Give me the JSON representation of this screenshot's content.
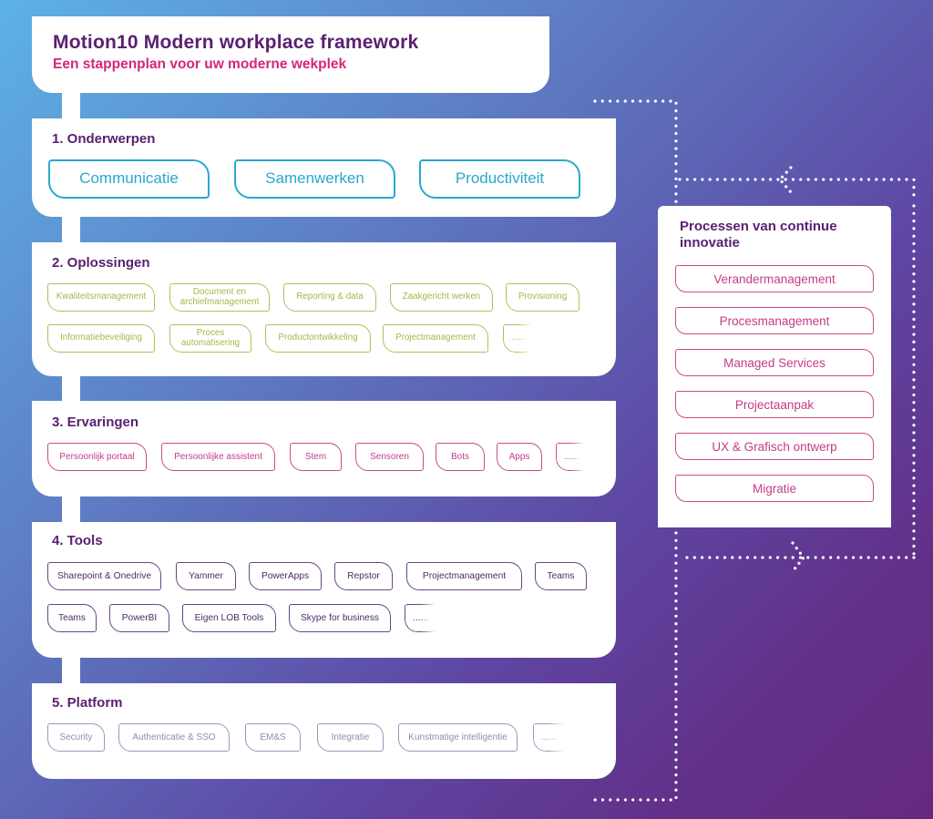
{
  "header": {
    "title": "Motion10 Modern workplace framework",
    "subtitle": "Een stappenplan voor uw moderne wekplek"
  },
  "colors": {
    "title": "#5a2170",
    "subtitle": "#d52678",
    "onderwerpen": "#2aa8d0",
    "oplossingen": "#b2c05a",
    "ervaringen": "#c74a8c",
    "tools": "#6b4583",
    "platform": "#9d97be",
    "bg_start": "#5cb2e4",
    "bg_end": "#652a7e"
  },
  "sections": [
    {
      "title": "1. Onderwerpen",
      "items": [
        "Communicatie",
        "Samenwerken",
        "Productiviteit"
      ]
    },
    {
      "title": "2. Oplossingen",
      "items": [
        "Kwaliteitsmanagement",
        "Document en archiefmanagement",
        "Reporting & data",
        "Zaakgericht werken",
        "Provisioning",
        "Informatiebeveiliging",
        "Proces automatisering",
        "Productontwikkeling",
        "Projectmanagement",
        "......"
      ]
    },
    {
      "title": "3. Ervaringen",
      "items": [
        "Persoonlijk portaal",
        "Persoonlijke assistent",
        "Stem",
        "Sensoren",
        "Bots",
        "Apps",
        "......"
      ]
    },
    {
      "title": "4. Tools",
      "items": [
        "Sharepoint & Onedrive",
        "Yammer",
        "PowerApps",
        "Repstor",
        "Projectmanagement",
        "Teams",
        "Teams",
        "PowerBI",
        "Eigen LOB Tools",
        "Skype for business",
        "......"
      ]
    },
    {
      "title": "5. Platform",
      "items": [
        "Security",
        "Authenticatie & SSO",
        "EM&S",
        "Integratie",
        "Kunstmatige intelligentie",
        "......"
      ]
    }
  ],
  "innovation": {
    "title": "Processen van continue innovatie",
    "items": [
      "Verandermanagement",
      "Procesmanagement",
      "Managed Services",
      "Projectaanpak",
      "UX & Grafisch ontwerp",
      "Migratie"
    ]
  },
  "flow": {
    "arrow_in_icon": "arrow-left-icon",
    "arrow_out_icon": "arrow-right-icon"
  }
}
